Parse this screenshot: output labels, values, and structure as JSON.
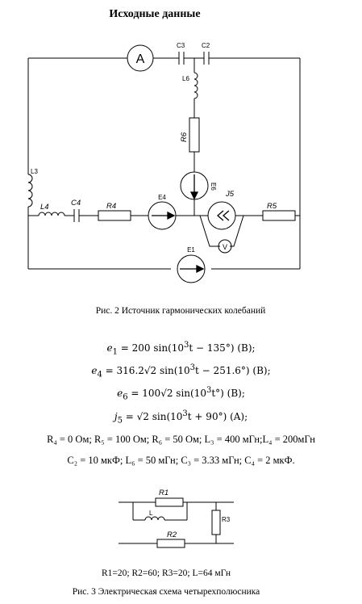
{
  "title": "Исходные данные",
  "figure2": {
    "labels": {
      "ammeter": "A",
      "c3": "C3",
      "c2": "C2",
      "l6": "L6",
      "r6": "R6",
      "l3": "L3",
      "l4": "L4",
      "c4": "C4",
      "r4": "R4",
      "e4": "E4",
      "e6": "E6",
      "j5": "J5",
      "r5": "R5",
      "e1": "E1",
      "voltmeter": "V"
    },
    "caption": "Рис. 2 Источник гармонических колебаний"
  },
  "equations": {
    "e1": {
      "lhs": "e",
      "sub": "1",
      "rhs": "= 200 sin(10",
      "sup": "3",
      "tail": "t − 135°)  (B);"
    },
    "e4": {
      "lhs": "e",
      "sub": "4",
      "rhs": "= 316.2√2 sin(10",
      "sup": "3",
      "tail": "t − 251.6°)  (B);"
    },
    "e6": {
      "lhs": "e",
      "sub": "6",
      "rhs": "= 100√2 sin(10",
      "sup": "3",
      "tail": "t°)  (B);"
    },
    "j5": {
      "lhs": "j",
      "sub": "5",
      "rhs": "= √2 sin(10",
      "sup": "3",
      "tail": "t + 90°)  (A);"
    },
    "params1": "R₄ = 0 Ом; R₅ = 100 Ом; R₆ = 50 Ом; L₃ = 400 мГн;L₄ = 200мГн",
    "params2": "C₂ = 10 мкФ; L₆ = 50 мГн; C₃ = 3.33 мГн; C₄ = 2 мкФ."
  },
  "figure3": {
    "labels": {
      "r1": "R1",
      "l": "L",
      "r3": "R3",
      "r2": "R2"
    },
    "values": "R1=20; R2=60; R3=20; L=64 мГн",
    "caption": "Рис. 3 Электрическая схема четырехполюсника"
  }
}
